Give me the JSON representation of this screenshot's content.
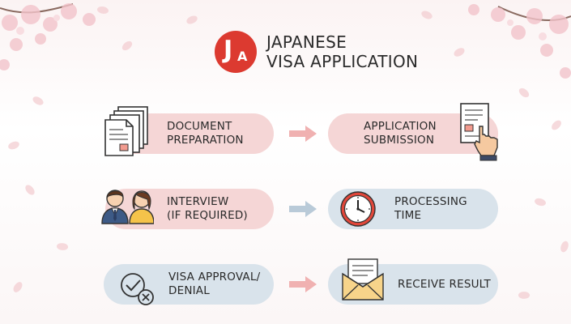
{
  "header": {
    "logo_letters": {
      "j": "J",
      "a": "A"
    },
    "title_line1": "JAPANESE",
    "title_line2": "VISA APPLICATION"
  },
  "steps": [
    {
      "line1": "DOCUMENT",
      "line2": "PREPARATION",
      "icon": "documents-icon",
      "color": "#f5d6d6"
    },
    {
      "line1": "APPLICATION",
      "line2": "SUBMISSION",
      "icon": "form-tap-icon",
      "color": "#f5d6d6"
    },
    {
      "line1": "INTERVIEW",
      "line2": "(IF REQUIRED)",
      "icon": "people-icon",
      "color": "#f5d6d6"
    },
    {
      "line1": "PROCESSING",
      "line2": "TIME",
      "icon": "clock-icon",
      "color": "#d9e3eb"
    },
    {
      "line1": "VISA APPROVAL/",
      "line2": "DENIAL",
      "icon": "check-cross-icon",
      "color": "#d9e3eb"
    },
    {
      "line1": "RECEIVE RESULT",
      "line2": "",
      "icon": "envelope-icon",
      "color": "#d9e3eb"
    }
  ],
  "colors": {
    "logo_red": "#dc3a30",
    "arrow_pink": "#f0b1b1",
    "arrow_blue": "#b9cad8",
    "blossom": "#f3cdd2"
  }
}
